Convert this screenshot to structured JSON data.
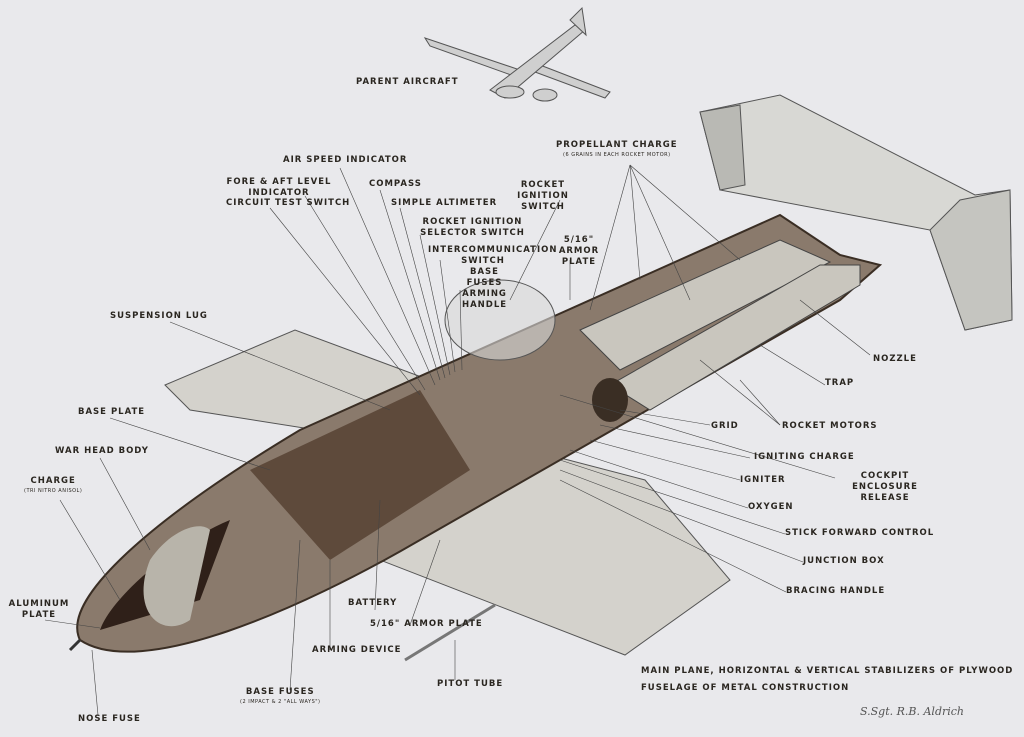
{
  "labels": {
    "parent_aircraft": "PARENT AIRCRAFT",
    "propellant_charge": "PROPELLANT CHARGE",
    "propellant_charge_note": "(6 GRAINS IN EACH ROCKET MOTOR)",
    "air_speed_indicator": "AIR SPEED INDICATOR",
    "fore_aft_level_indicator": "FORE & AFT LEVEL INDICATOR",
    "compass": "COMPASS",
    "circuit_test_switch": "CIRCUIT TEST SWITCH",
    "simple_altimeter": "SIMPLE ALTIMETER",
    "rocket_ignition_switch": "ROCKET IGNITION SWITCH",
    "rocket_ignition_selector_switch": "ROCKET IGNITION SELECTOR SWITCH",
    "armor_plate_upper": "5/16\" ARMOR PLATE",
    "intercommunication_switch": "INTERCOMMUNICATION SWITCH",
    "base_fuses_arming_handle": "BASE FUSES ARMING HANDLE",
    "suspension_lug": "SUSPENSION LUG",
    "nozzle": "NOZZLE",
    "trap": "TRAP",
    "base_plate": "BASE PLATE",
    "grid": "GRID",
    "rocket_motors": "ROCKET MOTORS",
    "war_head_body": "WAR HEAD BODY",
    "igniting_charge": "IGNITING CHARGE",
    "cockpit_enclosure_release": "COCKPIT ENCLOSURE RELEASE",
    "charge": "CHARGE",
    "charge_note": "(TRI NITRO ANISOL)",
    "igniter": "IGNITER",
    "oxygen": "OXYGEN",
    "stick_forward_control": "STICK FORWARD CONTROL",
    "junction_box": "JUNCTION BOX",
    "bracing_handle": "BRACING HANDLE",
    "battery": "BATTERY",
    "aluminum_plate": "ALUMINUM PLATE",
    "armor_plate_lower": "5/16\" ARMOR PLATE",
    "arming_device": "ARMING DEVICE",
    "pitot_tube": "PITOT TUBE",
    "base_fuses": "BASE FUSES",
    "base_fuses_note": "(2 IMPACT & 2 \"ALL WAYS\")",
    "nose_fuse": "NOSE FUSE"
  },
  "notes": {
    "line1": "MAIN PLANE, HORIZONTAL & VERTICAL STABILIZERS OF PLYWOOD",
    "line2": "FUSELAGE OF METAL CONSTRUCTION"
  },
  "signature": "S.Sgt. R.B. Aldrich"
}
